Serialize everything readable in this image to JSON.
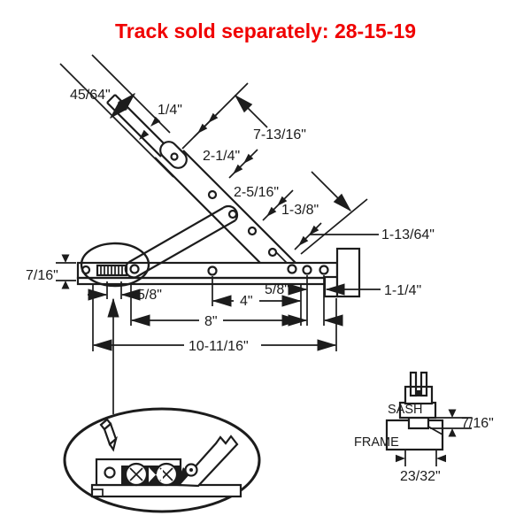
{
  "title": {
    "text": "Track sold separately: 28-15-19",
    "color": "#f00000"
  },
  "hinge_diagram": {
    "line_color": "#1c1c1c",
    "dimensions": {
      "tip_width": "45/64\"",
      "tip_offset": "1/4\"",
      "arm_length": "7-13/16\"",
      "hole_spacing_1": "2-1/4\"",
      "hole_spacing_2": "2-5/16\"",
      "hole_spacing_3": "1-3/8\"",
      "end_offset": "1-13/64\"",
      "track_height": "7/16\"",
      "pivot_offset": "5/8\"",
      "center_span": "4\"",
      "shoe_offset": "5/8\"",
      "bracket_offset": "1-1/4\"",
      "hole_span": "8\"",
      "track_length": "10-11/16\""
    },
    "cross_section": {
      "sash_label": "SASH",
      "frame_label": "FRAME",
      "overlap": "7/16\"",
      "frame_width": "23/32\""
    }
  }
}
